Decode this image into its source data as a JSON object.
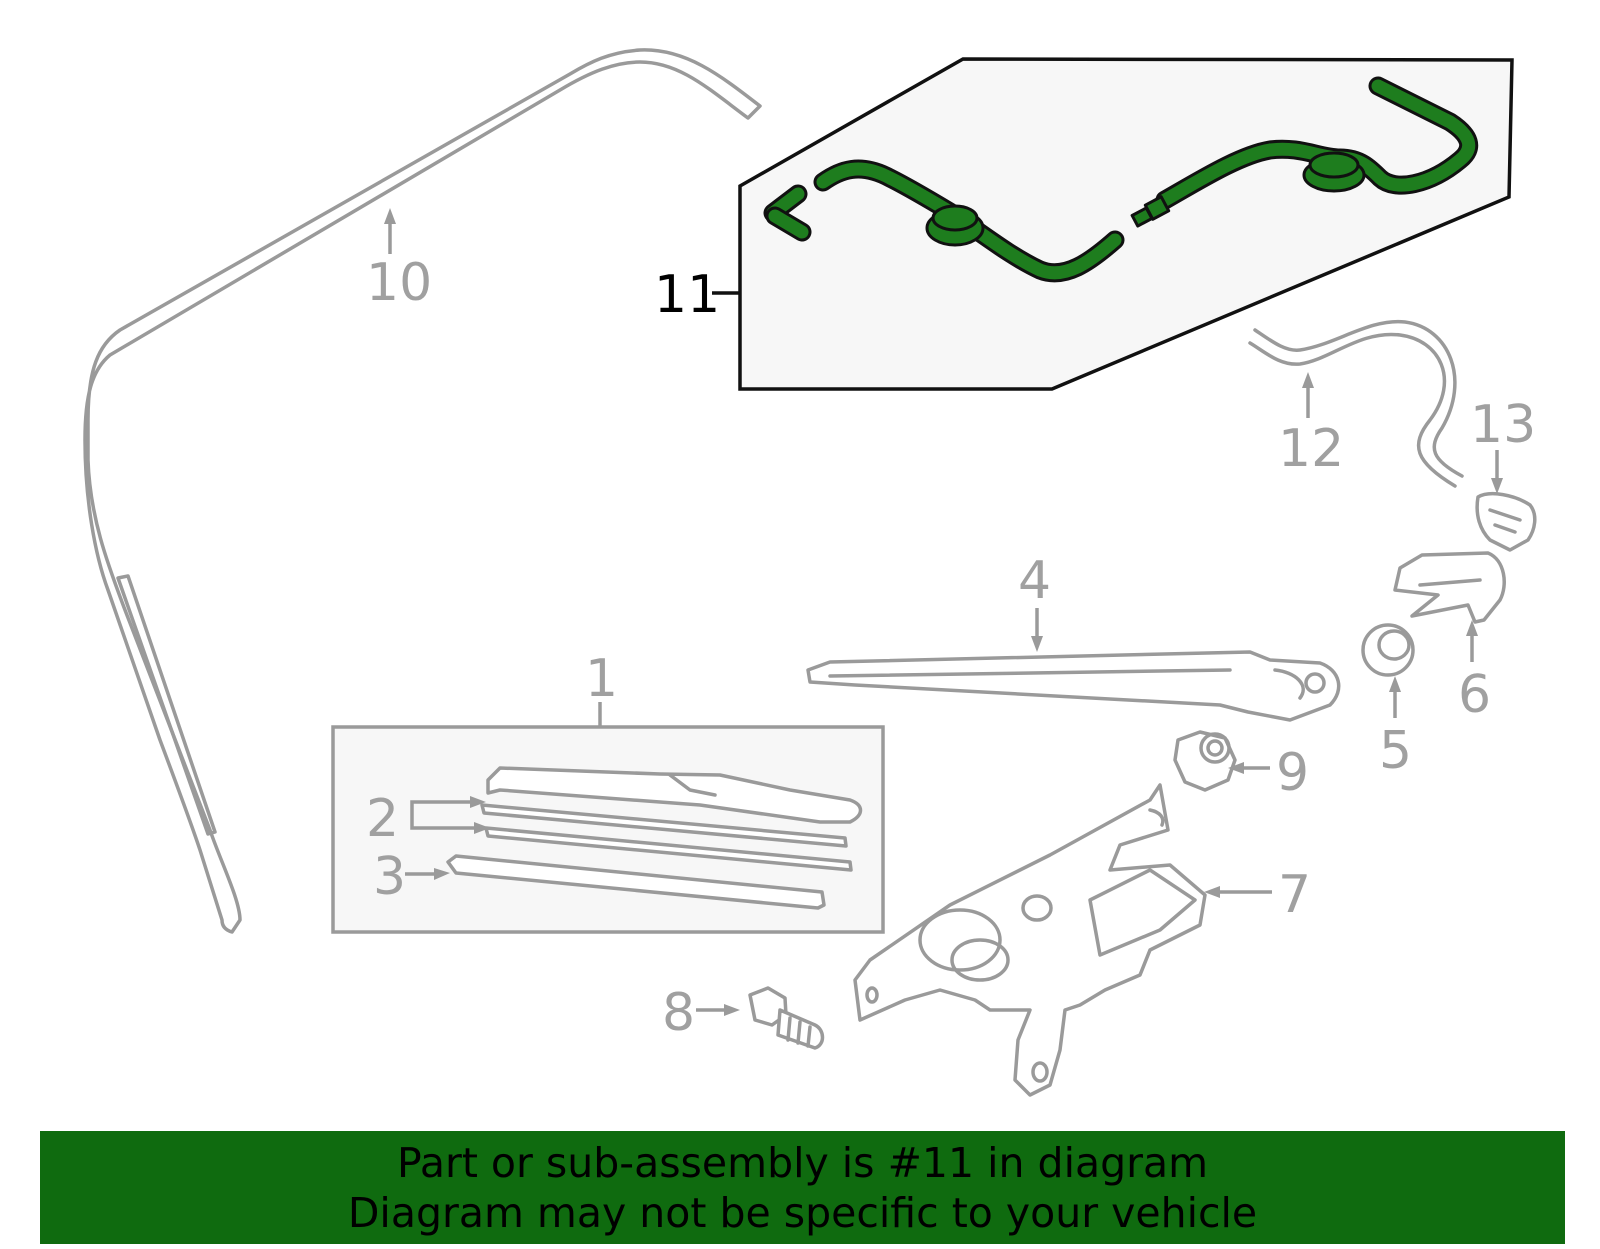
{
  "callouts": {
    "c1": "1",
    "c2": "2",
    "c3": "3",
    "c4": "4",
    "c5": "5",
    "c6": "6",
    "c7": "7",
    "c8": "8",
    "c9": "9",
    "c10": "10",
    "c11": "11",
    "c12": "12",
    "c13": "13"
  },
  "highlighted_callout": "11",
  "colors": {
    "highlight_part": "#1e7d1e",
    "banner_background": "#0f6b0f",
    "other_parts": "#9a9a9a"
  },
  "banner": {
    "line1": "Part or sub-assembly is #11 in diagram",
    "line2": "Diagram may not be specific to your vehicle"
  }
}
